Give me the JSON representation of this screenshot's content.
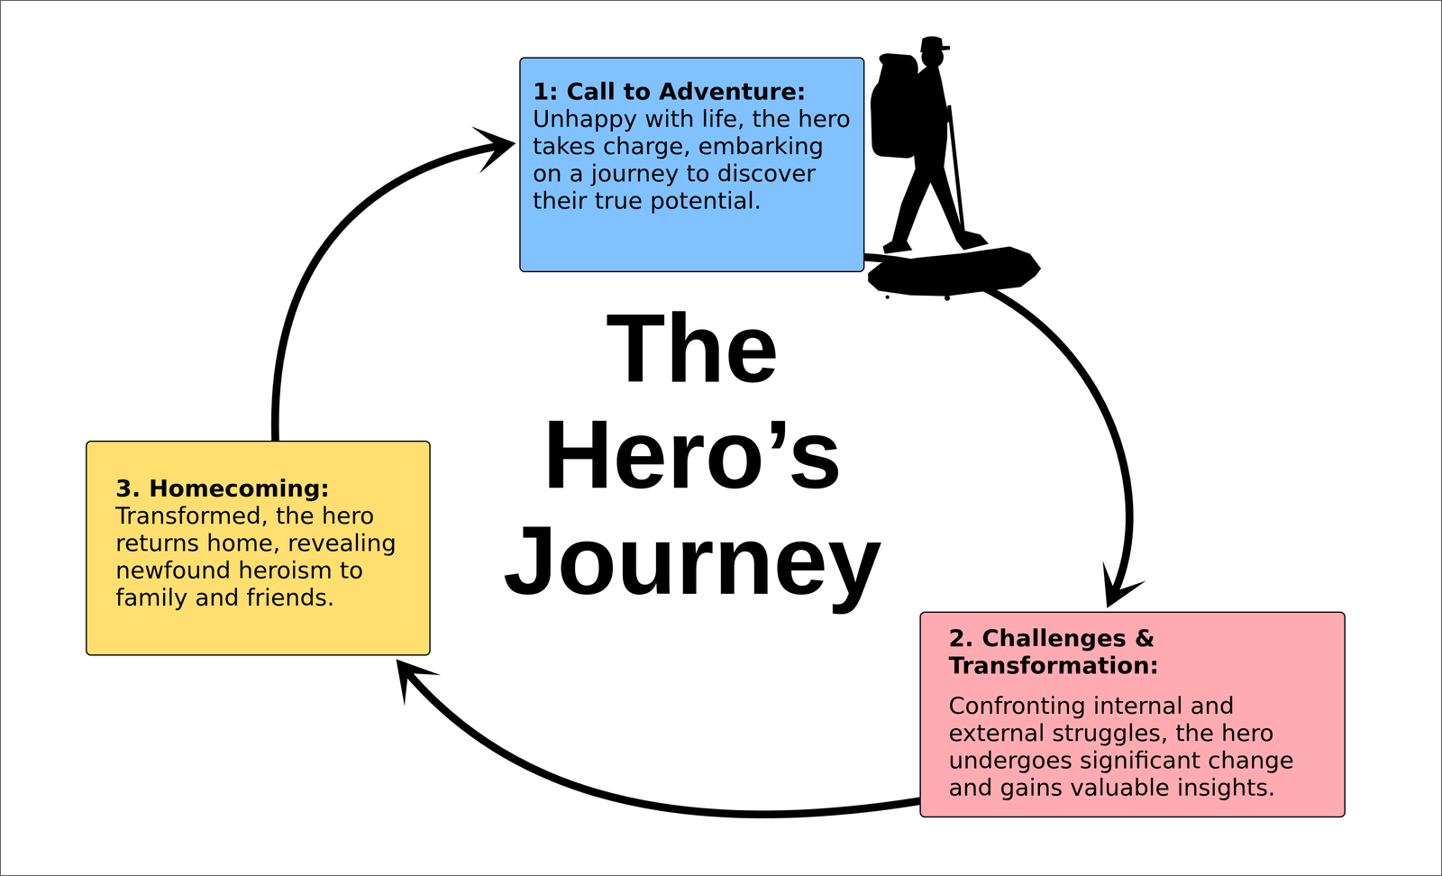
{
  "diagram": {
    "title": "The Hero’s Journey",
    "nodes": [
      {
        "text": [
          "1: Call to Adventure:",
          "Unhappy with life, the hero takes charge, embarking on a journey to discover their true potential."
        ]
      },
      {
        "text": [
          "2. Challenges & Transformation:",
          "Confronting internal and external struggles, the hero undergoes significant change and gains valuable insights."
        ]
      },
      {
        "text": [
          "3. Homecoming:",
          "Transformed, the hero returns home, revealing newfound heroism to family and friends."
        ]
      }
    ],
    "edges": [
      {
        "from": 0,
        "to": 1,
        "arrow": "to"
      },
      {
        "from": 1,
        "to": 2,
        "arrow": "to"
      },
      {
        "from": 2,
        "to": 0,
        "arrow": "to"
      }
    ]
  }
}
